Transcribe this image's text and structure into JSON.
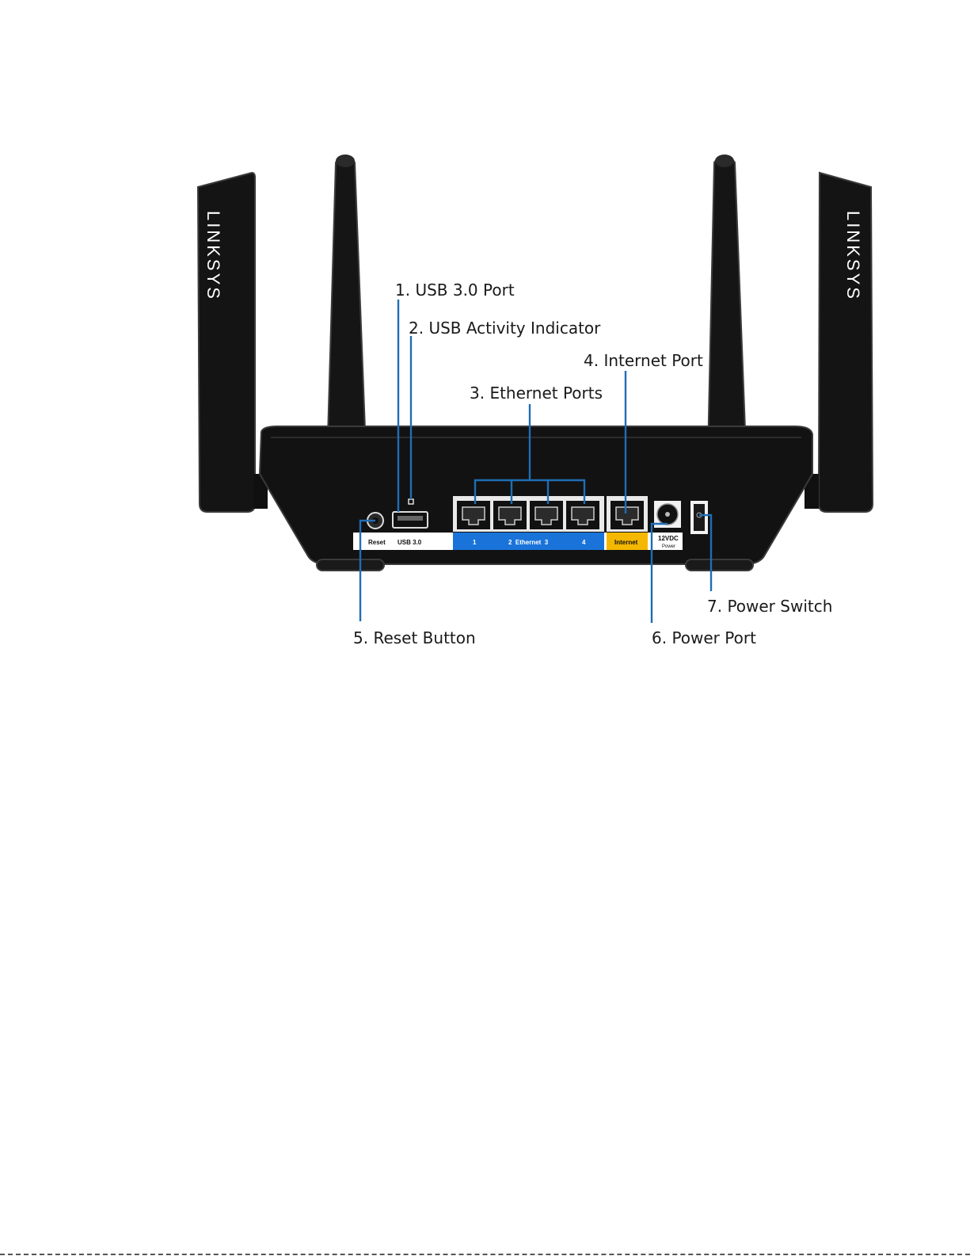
{
  "brand": "LINKSYS",
  "callouts": {
    "usb_port": "1. USB 3.0 Port",
    "usb_indicator": "2. USB Activity Indicator",
    "ethernet_ports": "3. Ethernet Ports",
    "internet_port": "4. Internet Port",
    "reset_button": "5. Reset Button",
    "power_port": "6. Power Port",
    "power_switch": "7. Power Switch"
  },
  "panel_labels": {
    "reset": "Reset",
    "usb": "USB 3.0",
    "eth1": "1",
    "eth_group": "2  Ethernet  3",
    "eth4": "4",
    "internet": "Internet",
    "power_v": "12VDC",
    "power": "Power"
  },
  "colors": {
    "leader": "#1f6eb5",
    "ethernet_band": "#1a73d9",
    "internet_band": "#f5b800",
    "router_body": "#111111"
  }
}
